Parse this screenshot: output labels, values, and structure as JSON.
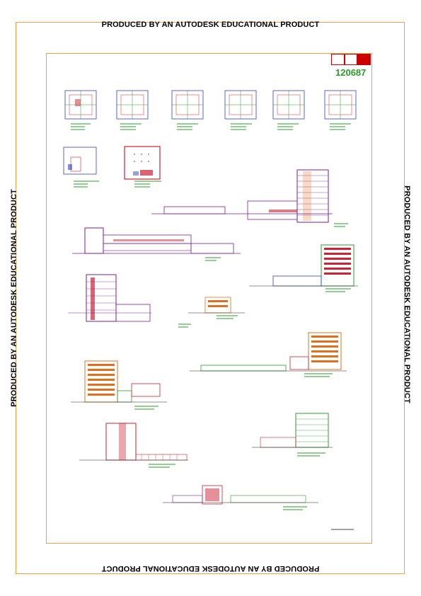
{
  "watermark": {
    "top": "PRODUCED BY AN AUTODESK EDUCATIONAL PRODUCT",
    "bottom": "PRODUCED BY AN AUTODESK EDUCATIONAL PRODUCT",
    "left": "PRODUCED BY AN AUTODESK EDUCATIONAL PRODUCT",
    "right": "PRODUCED BY AN AUTODESK EDUCATIONAL PRODUCT"
  },
  "title_block": {
    "sheet_number": "120687"
  },
  "colors": {
    "frame": "#f0a040",
    "title_red": "#cc0000",
    "sheet_number": "#2c9a2c",
    "building_purple": "#7a1f9a",
    "building_red": "#cc2233",
    "building_orange": "#e07020",
    "building_green": "#2c9a2c",
    "building_blue": "#3040c0"
  }
}
